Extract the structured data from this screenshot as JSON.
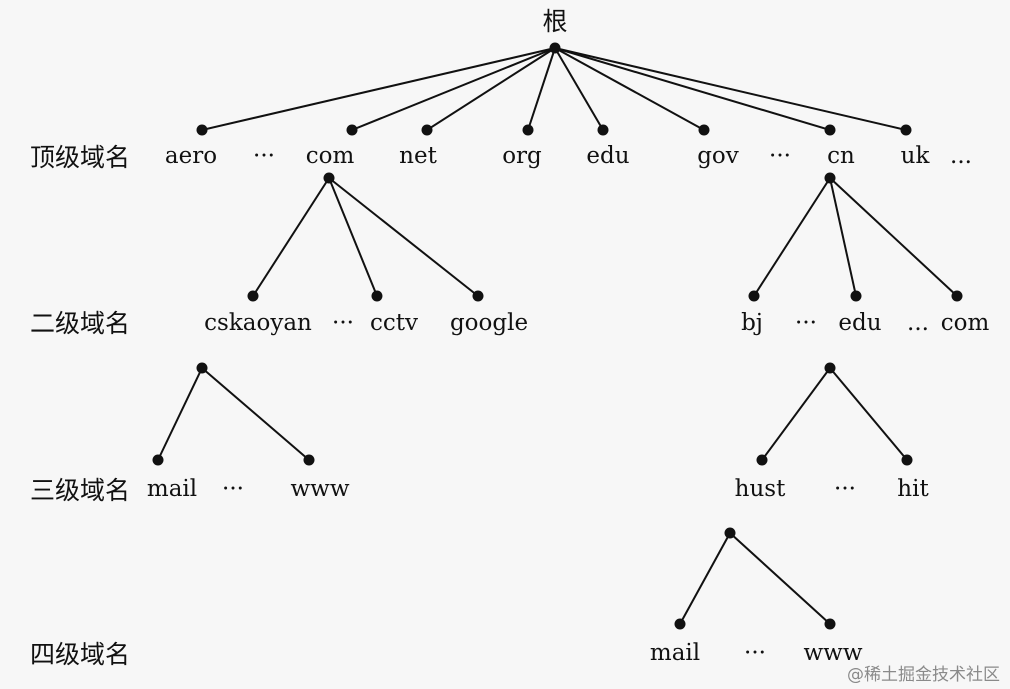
{
  "root_label": "根",
  "levels": {
    "top": "顶级域名",
    "second": "二级域名",
    "third": "三级域名",
    "fourth": "四级域名"
  },
  "top_level": [
    "aero",
    "···",
    "com",
    "net",
    "org",
    "edu",
    "gov",
    "···",
    "cn",
    "uk",
    "..."
  ],
  "second_level_com": [
    "cskaoyan",
    "···",
    "cctv",
    "google"
  ],
  "second_level_cn": [
    "bj",
    "···",
    "edu",
    "...",
    "com"
  ],
  "third_level_cskaoyan": [
    "mail",
    "···",
    "www"
  ],
  "third_level_edu": [
    "hust",
    "···",
    "hit"
  ],
  "fourth_level_hust": [
    "mail",
    "···",
    "www"
  ],
  "watermark": "@稀土掘金技术社区"
}
